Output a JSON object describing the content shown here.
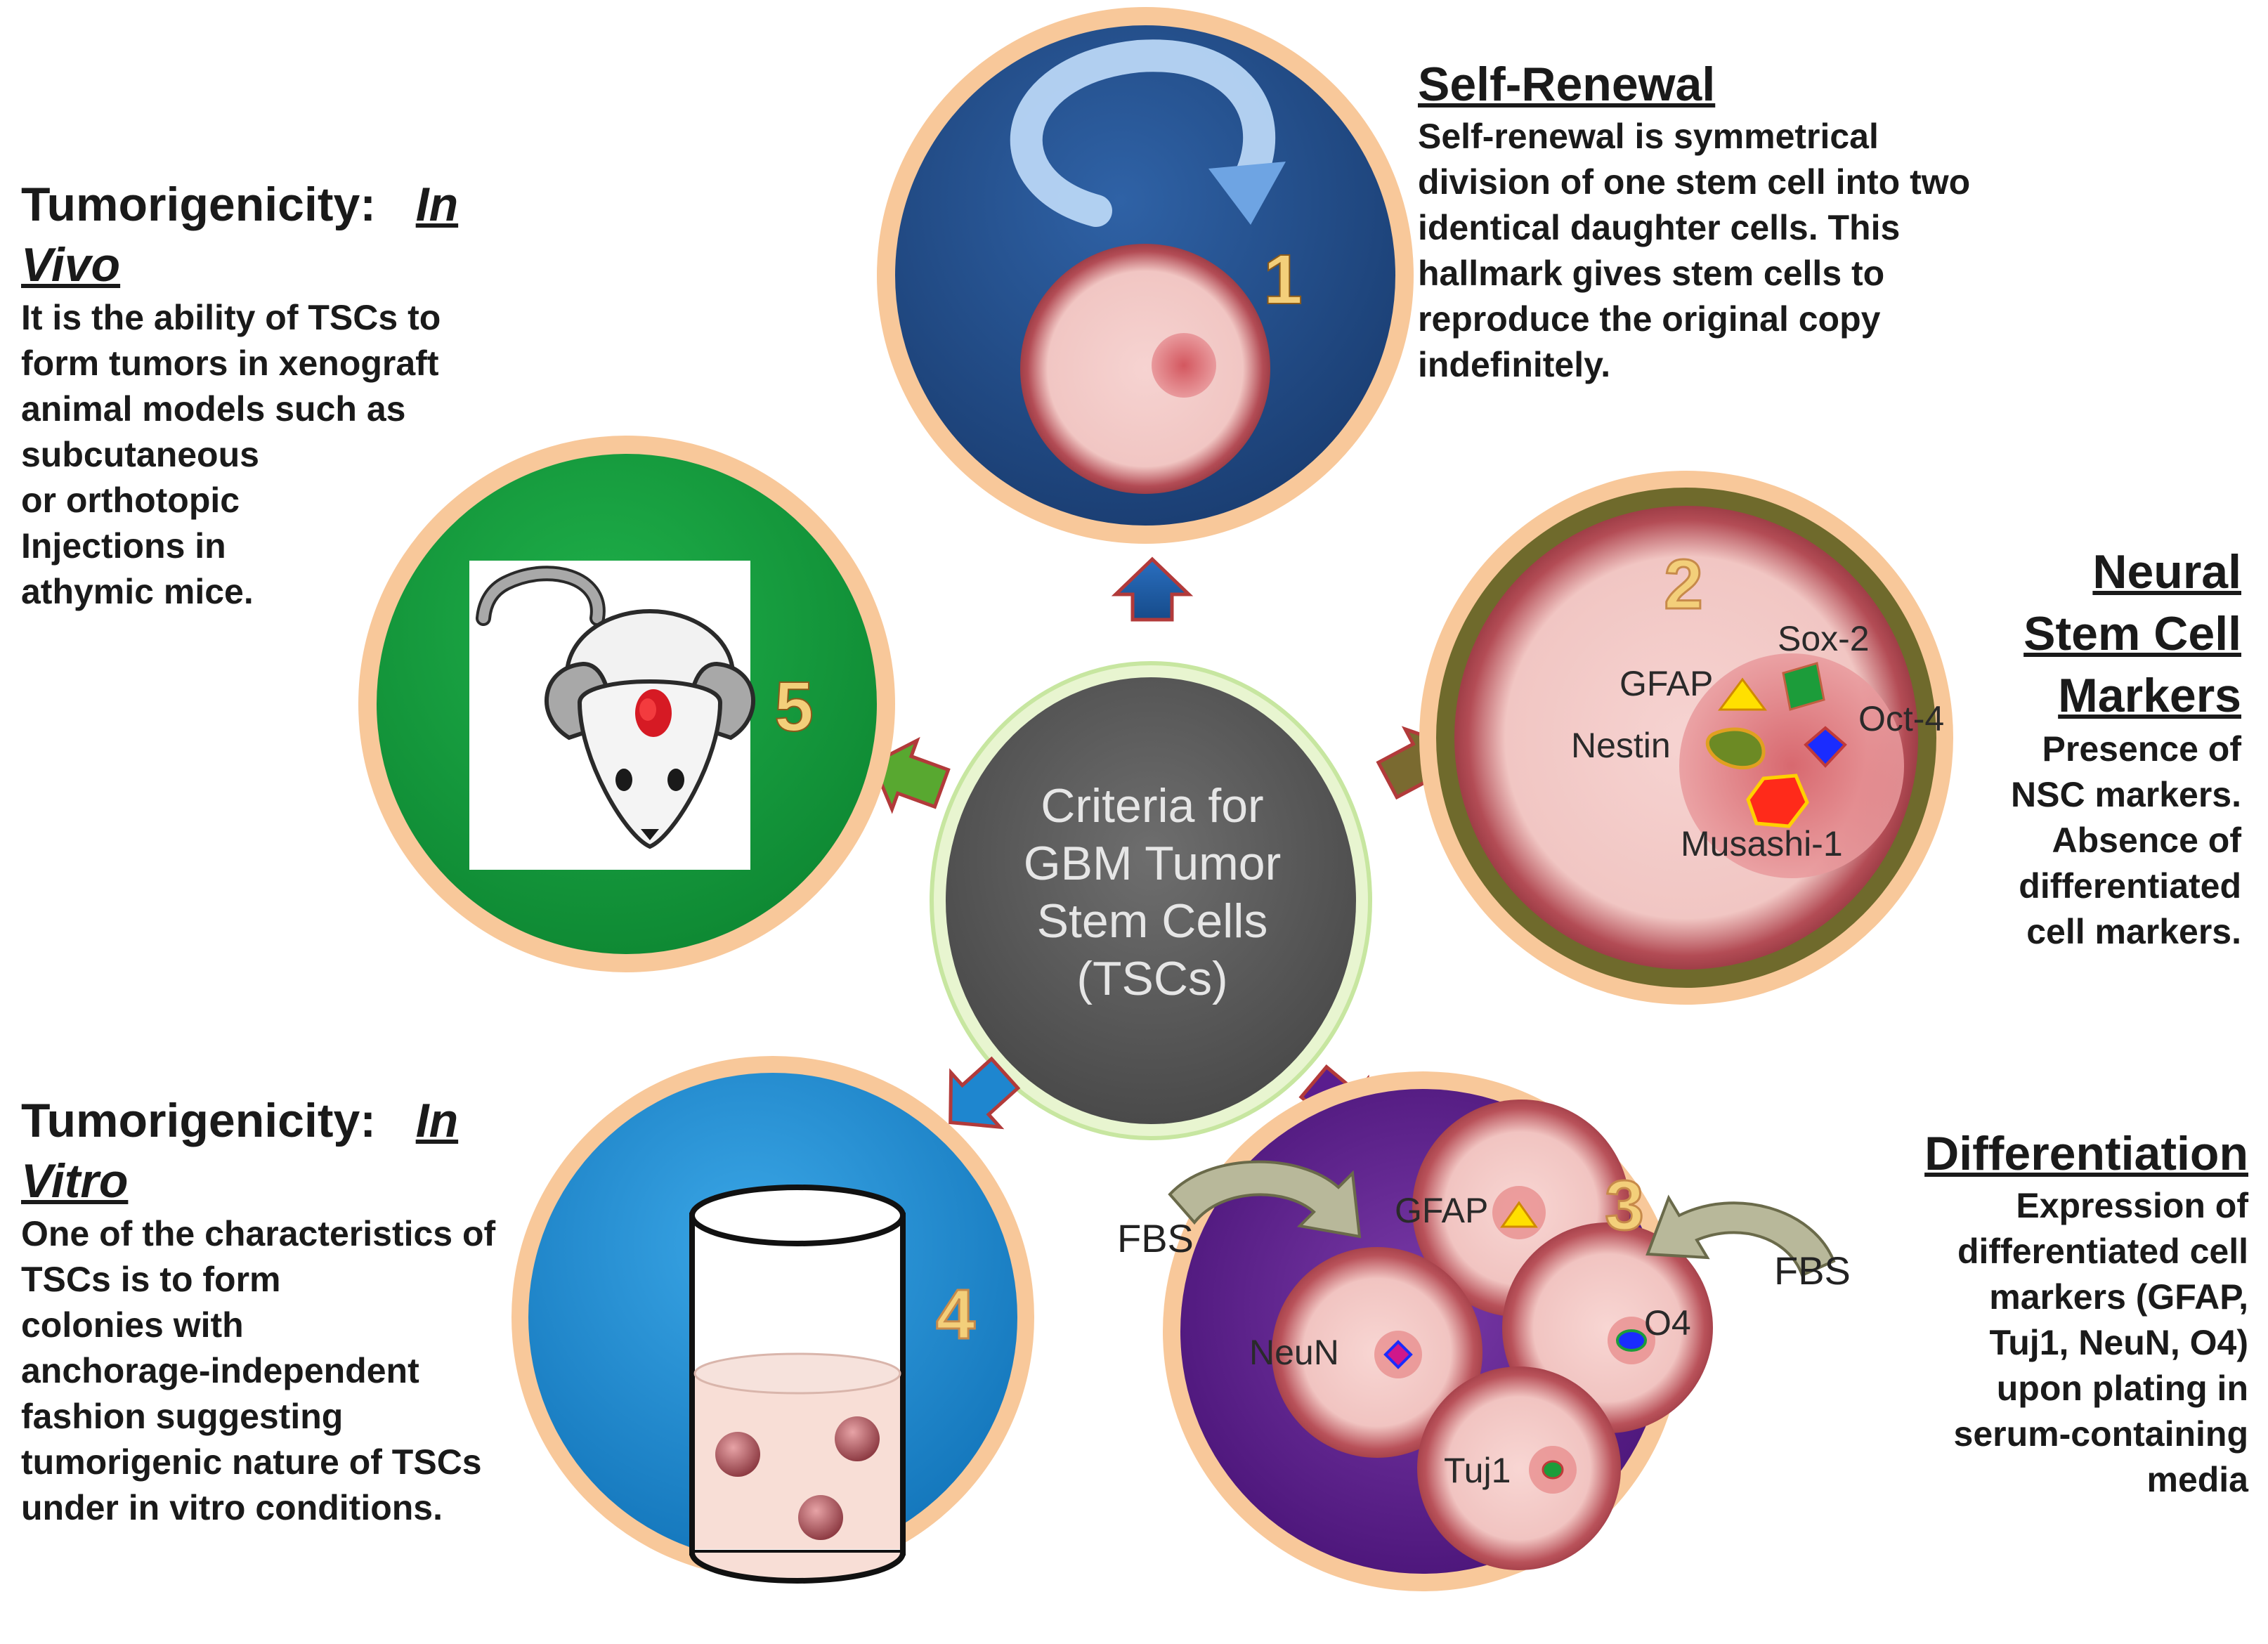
{
  "center": {
    "lines": [
      "Criteria for",
      "GBM Tumor",
      "Stem Cells",
      "(TSCs)"
    ]
  },
  "criteria": [
    {
      "number": "1",
      "heading": "Self-Renewal",
      "body": [
        "Self-renewal is symmetrical",
        "division of one stem cell into two",
        "identical daughter cells. This",
        "hallmark gives stem cells to",
        "reproduce the original copy",
        "indefinitely."
      ]
    },
    {
      "number": "2",
      "heading": [
        "Neural",
        "Stem Cell",
        "Markers"
      ],
      "body": [
        "Presence of",
        "NSC markers.",
        "Absence of",
        "differentiated",
        "cell markers."
      ],
      "markers": [
        "GFAP",
        "Sox-2",
        "Oct-4",
        "Nestin",
        "Musashi-1"
      ]
    },
    {
      "number": "3",
      "heading": "Differentiation",
      "body": [
        "Expression of",
        "differentiated cell",
        "markers (GFAP,",
        "Tuj1, NeuN, O4)",
        "upon plating in",
        "serum-containing",
        "media"
      ],
      "markers": [
        "GFAP",
        "NeuN",
        "O4",
        "Tuj1"
      ],
      "serum_labels": [
        "FBS",
        "FBS"
      ]
    },
    {
      "number": "4",
      "heading_prefix": "Tumorigenicity:",
      "heading_em": [
        "In",
        "Vitro"
      ],
      "body": [
        "One of the characteristics of",
        "TSCs is to form",
        "colonies  with",
        "anchorage-independent",
        "fashion suggesting",
        "tumorigenic nature of TSCs",
        "under in vitro conditions."
      ]
    },
    {
      "number": "5",
      "heading_prefix": "Tumorigenicity:",
      "heading_em": [
        "In",
        "Vivo"
      ],
      "body": [
        "It is the ability of TSCs to",
        "form tumors in xenograft",
        "animal models such as",
        "subcutaneous",
        "or orthotopic",
        "Injections in",
        "athymic mice."
      ]
    }
  ],
  "colors": {
    "renewal_blue": "#24508e",
    "markers_olive": "#6b6a2e",
    "differentiation_purple": "#5a1d8e",
    "invitro_blue": "#1e90d6",
    "invivo_green": "#14a03c",
    "center_gray": "#5a5a5a",
    "ring_peach": "#f8c89a",
    "cell_pink": "#f3c7c7"
  }
}
